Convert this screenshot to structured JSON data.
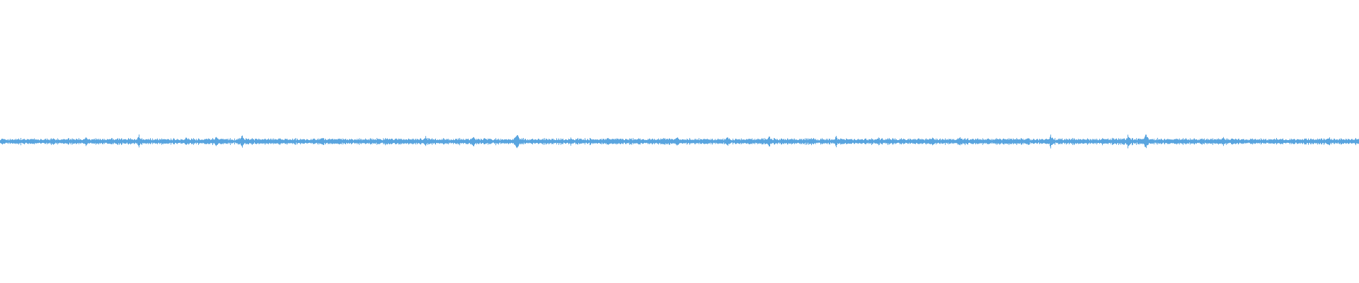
{
  "waveform": {
    "color": "#5aa5df",
    "background": "#ffffff",
    "baseline_amplitude": 0.018,
    "spikes": [
      {
        "pos": 0.063,
        "amp": 0.035
      },
      {
        "pos": 0.102,
        "amp": 0.05
      },
      {
        "pos": 0.137,
        "amp": 0.035
      },
      {
        "pos": 0.159,
        "amp": 0.04
      },
      {
        "pos": 0.178,
        "amp": 0.055
      },
      {
        "pos": 0.237,
        "amp": 0.03
      },
      {
        "pos": 0.288,
        "amp": 0.028
      },
      {
        "pos": 0.313,
        "amp": 0.035
      },
      {
        "pos": 0.348,
        "amp": 0.04
      },
      {
        "pos": 0.38,
        "amp": 0.065
      },
      {
        "pos": 0.42,
        "amp": 0.028
      },
      {
        "pos": 0.47,
        "amp": 0.03
      },
      {
        "pos": 0.498,
        "amp": 0.035
      },
      {
        "pos": 0.535,
        "amp": 0.03
      },
      {
        "pos": 0.566,
        "amp": 0.04
      },
      {
        "pos": 0.615,
        "amp": 0.035
      },
      {
        "pos": 0.646,
        "amp": 0.03
      },
      {
        "pos": 0.686,
        "amp": 0.03
      },
      {
        "pos": 0.706,
        "amp": 0.035
      },
      {
        "pos": 0.773,
        "amp": 0.045
      },
      {
        "pos": 0.83,
        "amp": 0.05
      },
      {
        "pos": 0.843,
        "amp": 0.06
      },
      {
        "pos": 0.9,
        "amp": 0.03
      },
      {
        "pos": 0.978,
        "amp": 0.03
      }
    ]
  }
}
